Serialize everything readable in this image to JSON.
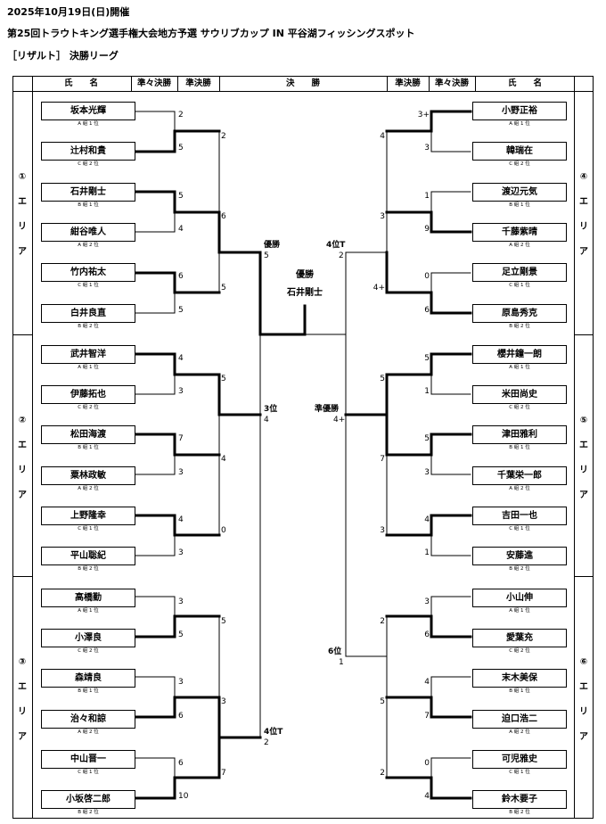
{
  "header": {
    "date": "2025年10月19日(日)開催",
    "event": "第25回トラウトキング選手権大会地方予選 サウリブカップ IN 平谷湖フィッシングスポット",
    "section": "［リザルト］ 決勝リーグ"
  },
  "columns": {
    "name": "氏　　名",
    "quarter": "準々決勝",
    "semi": "準決勝",
    "final": "決　　勝"
  },
  "areas": [
    {
      "id": "area-1",
      "chars": [
        "①",
        "エ",
        "リ",
        "ア"
      ]
    },
    {
      "id": "area-2",
      "chars": [
        "②",
        "エ",
        "リ",
        "ア"
      ]
    },
    {
      "id": "area-3",
      "chars": [
        "③",
        "エ",
        "リ",
        "ア"
      ]
    },
    {
      "id": "area-4",
      "chars": [
        "④",
        "エ",
        "リ",
        "ア"
      ]
    },
    {
      "id": "area-5",
      "chars": [
        "⑤",
        "エ",
        "リ",
        "ア"
      ]
    },
    {
      "id": "area-6",
      "chars": [
        "⑥",
        "エ",
        "リ",
        "ア"
      ]
    }
  ],
  "left_players": [
    {
      "name": "坂本光輝",
      "rank": "A 組 1 位"
    },
    {
      "name": "辻村和貴",
      "rank": "C 組 2 位"
    },
    {
      "name": "石井剛士",
      "rank": "B 組 1 位"
    },
    {
      "name": "紺谷唯人",
      "rank": "A 組 2 位"
    },
    {
      "name": "竹内祐太",
      "rank": "C 組 1 位"
    },
    {
      "name": "白井良直",
      "rank": "B 組 2 位"
    },
    {
      "name": "武井智洋",
      "rank": "A 組 1 位"
    },
    {
      "name": "伊藤拓也",
      "rank": "C 組 2 位"
    },
    {
      "name": "松田海渡",
      "rank": "B 組 1 位"
    },
    {
      "name": "粟林政敏",
      "rank": "A 組 2 位"
    },
    {
      "name": "上野隆幸",
      "rank": "C 組 1 位"
    },
    {
      "name": "平山聡紀",
      "rank": "B 組 2 位"
    },
    {
      "name": "高橋勤",
      "rank": "A 組 1 位"
    },
    {
      "name": "小澤良",
      "rank": "C 組 2 位"
    },
    {
      "name": "森靖良",
      "rank": "B 組 1 位"
    },
    {
      "name": "治々和諒",
      "rank": "A 組 2 位"
    },
    {
      "name": "中山晋一",
      "rank": "C 組 1 位"
    },
    {
      "name": "小坂啓二郎",
      "rank": "B 組 2 位"
    }
  ],
  "right_players": [
    {
      "name": "小野正裕",
      "rank": "A 組 1 位"
    },
    {
      "name": "韓瑞在",
      "rank": "C 組 2 位"
    },
    {
      "name": "渡辺元気",
      "rank": "B 組 1 位"
    },
    {
      "name": "千藤紫晴",
      "rank": "A 組 2 位"
    },
    {
      "name": "足立剛景",
      "rank": "C 組 1 位"
    },
    {
      "name": "原島秀克",
      "rank": "B 組 2 位"
    },
    {
      "name": "櫻井鐘一朗",
      "rank": "A 組 1 位"
    },
    {
      "name": "米田尚史",
      "rank": "C 組 2 位"
    },
    {
      "name": "津田雅利",
      "rank": "B 組 1 位"
    },
    {
      "name": "千葉栄一郎",
      "rank": "A 組 2 位"
    },
    {
      "name": "吉田一也",
      "rank": "C 組 1 位"
    },
    {
      "name": "安藤進",
      "rank": "B 組 2 位"
    },
    {
      "name": "小山伸",
      "rank": "A 組 1 位"
    },
    {
      "name": "愛葉充",
      "rank": "C 組 2 位"
    },
    {
      "name": "末木美保",
      "rank": "B 組 1 位"
    },
    {
      "name": "迫口浩二",
      "rank": "A 組 2 位"
    },
    {
      "name": "可児雅史",
      "rank": "C 組 1 位"
    },
    {
      "name": "鈴木要子",
      "rank": "B 組 2 位"
    }
  ],
  "left_quarter_scores": [
    "2",
    "5",
    "5",
    "4",
    "6",
    "5",
    "4",
    "3",
    "7",
    "3",
    "4",
    "3",
    "3",
    "5",
    "3",
    "6",
    "6",
    "10"
  ],
  "left_semi_scores": [
    "2",
    "6",
    "5",
    "5",
    "4",
    "0",
    "5",
    "3",
    "7"
  ],
  "right_quarter_scores": [
    "3+",
    "3",
    "1",
    "9",
    "0",
    "6",
    "5",
    "1",
    "5",
    "3",
    "4",
    "1",
    "3",
    "6",
    "4",
    "7",
    "0",
    "4"
  ],
  "right_semi_scores": [
    "4",
    "3",
    "4+",
    "5",
    "7",
    "3",
    "2",
    "5",
    "2"
  ],
  "final": {
    "winner_label": "優勝",
    "winner_score": "5",
    "left_second": "4位T",
    "left_second_score": "2",
    "right_top_label": "4位T",
    "right_top_score": "2",
    "third_label": "3位",
    "third_score": "4",
    "runner_up_label": "準優勝",
    "runner_up_score": "4+",
    "fourth_left_label": "4位T",
    "fourth_left_score": "2",
    "sixth_label": "6位",
    "sixth_score": "1",
    "champion_title": "優勝",
    "champion_name": "石井剛士"
  }
}
